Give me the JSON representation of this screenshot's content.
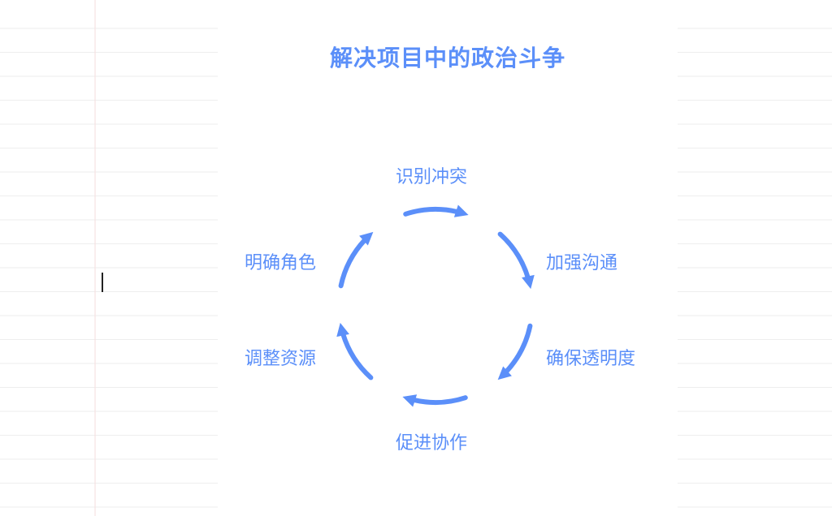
{
  "diagram": {
    "title": "解决项目中的政治斗争",
    "accent_color": "#5b8ff9",
    "steps": [
      {
        "label": "识别冲突"
      },
      {
        "label": "加强沟通"
      },
      {
        "label": "确保透明度"
      },
      {
        "label": "促进协作"
      },
      {
        "label": "调整资源"
      },
      {
        "label": "明确角色"
      }
    ]
  }
}
